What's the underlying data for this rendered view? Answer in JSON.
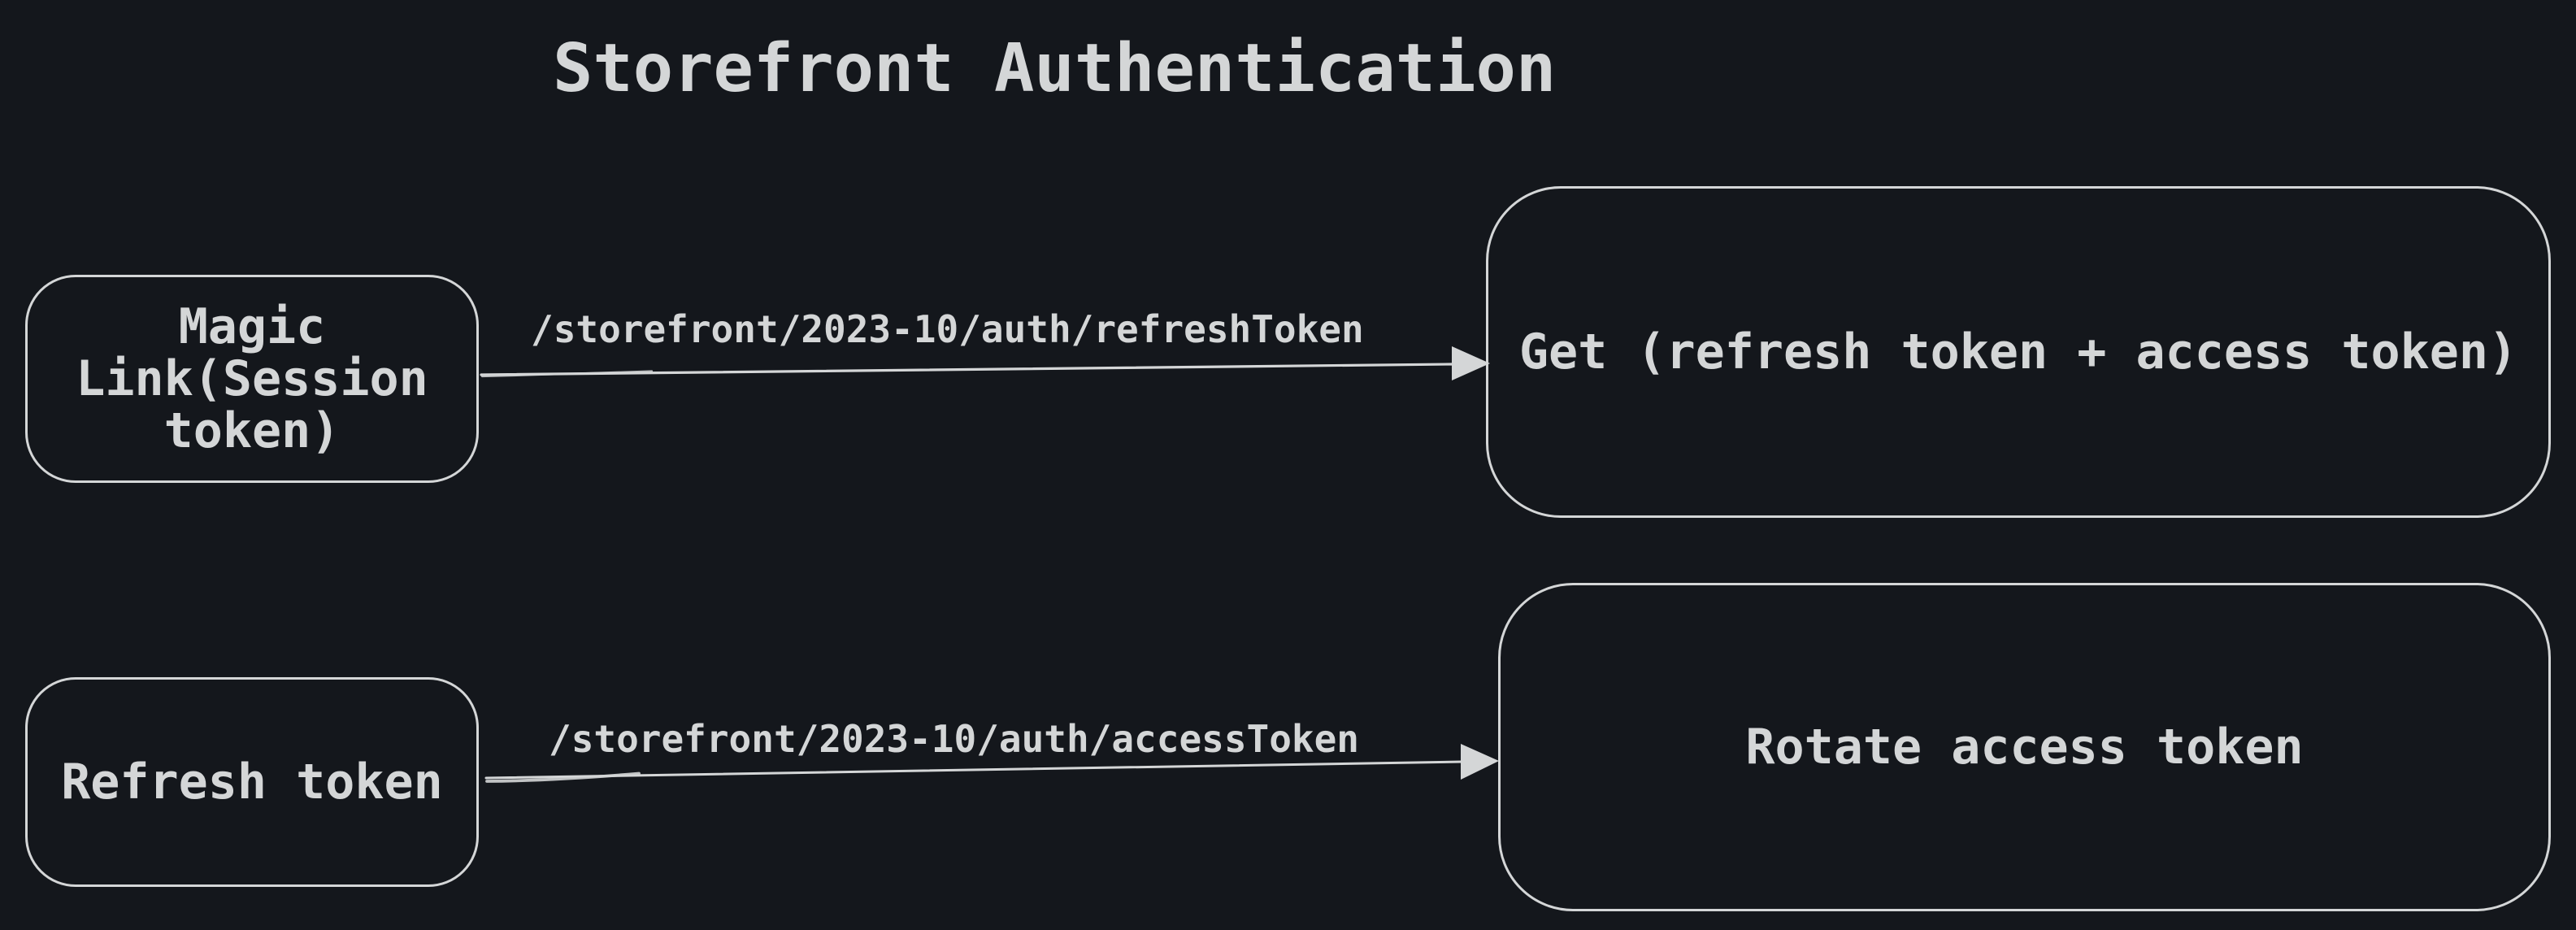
{
  "title": "Storefront Authentication",
  "colors": {
    "background": "#14171c",
    "ink": "#d4d6d7"
  },
  "nodes": [
    {
      "id": "magic-link",
      "label": "Magic Link(Session token)"
    },
    {
      "id": "get-tokens",
      "label": "Get (refresh token + access token)"
    },
    {
      "id": "refresh-token",
      "label": "Refresh token"
    },
    {
      "id": "rotate-access-token",
      "label": "Rotate access token"
    }
  ],
  "edges": [
    {
      "from": "magic-link",
      "to": "get-tokens",
      "label": "/storefront/2023-10/auth/refreshToken"
    },
    {
      "from": "refresh-token",
      "to": "rotate-access-token",
      "label": "/storefront/2023-10/auth/accessToken"
    }
  ]
}
